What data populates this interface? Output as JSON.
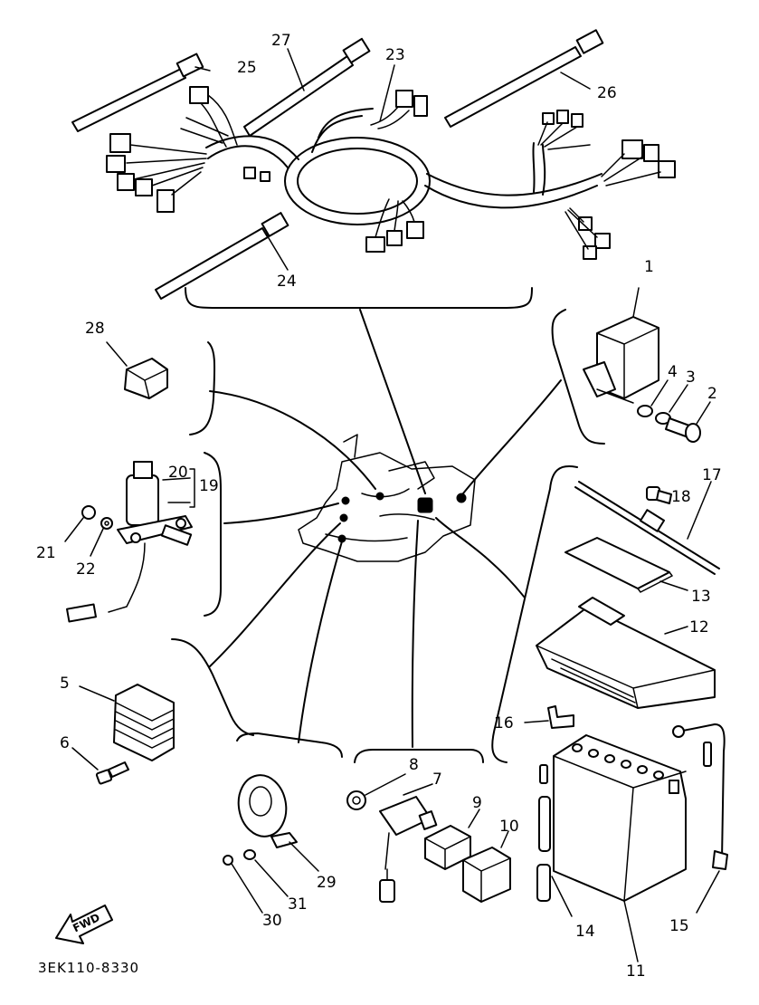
{
  "drawing_code": "3EK110-8330",
  "fwd_label": "FWD",
  "callouts": [
    {
      "id": "c1",
      "label": "1"
    },
    {
      "id": "c2",
      "label": "2"
    },
    {
      "id": "c3",
      "label": "3"
    },
    {
      "id": "c4",
      "label": "4"
    },
    {
      "id": "c5",
      "label": "5"
    },
    {
      "id": "c6",
      "label": "6"
    },
    {
      "id": "c7",
      "label": "7"
    },
    {
      "id": "c8",
      "label": "8"
    },
    {
      "id": "c9",
      "label": "9"
    },
    {
      "id": "c10",
      "label": "10"
    },
    {
      "id": "c11",
      "label": "11"
    },
    {
      "id": "c12",
      "label": "12"
    },
    {
      "id": "c13",
      "label": "13"
    },
    {
      "id": "c14",
      "label": "14"
    },
    {
      "id": "c15",
      "label": "15"
    },
    {
      "id": "c16",
      "label": "16"
    },
    {
      "id": "c17",
      "label": "17"
    },
    {
      "id": "c18",
      "label": "18"
    },
    {
      "id": "c19",
      "label": "19"
    },
    {
      "id": "c20",
      "label": "20"
    },
    {
      "id": "c21",
      "label": "21"
    },
    {
      "id": "c22",
      "label": "22"
    },
    {
      "id": "c23",
      "label": "23"
    },
    {
      "id": "c24",
      "label": "24"
    },
    {
      "id": "c25",
      "label": "25"
    },
    {
      "id": "c26",
      "label": "26"
    },
    {
      "id": "c27",
      "label": "27"
    },
    {
      "id": "c28",
      "label": "28"
    },
    {
      "id": "c29",
      "label": "29"
    },
    {
      "id": "c30",
      "label": "30"
    },
    {
      "id": "c31",
      "label": "31"
    }
  ]
}
